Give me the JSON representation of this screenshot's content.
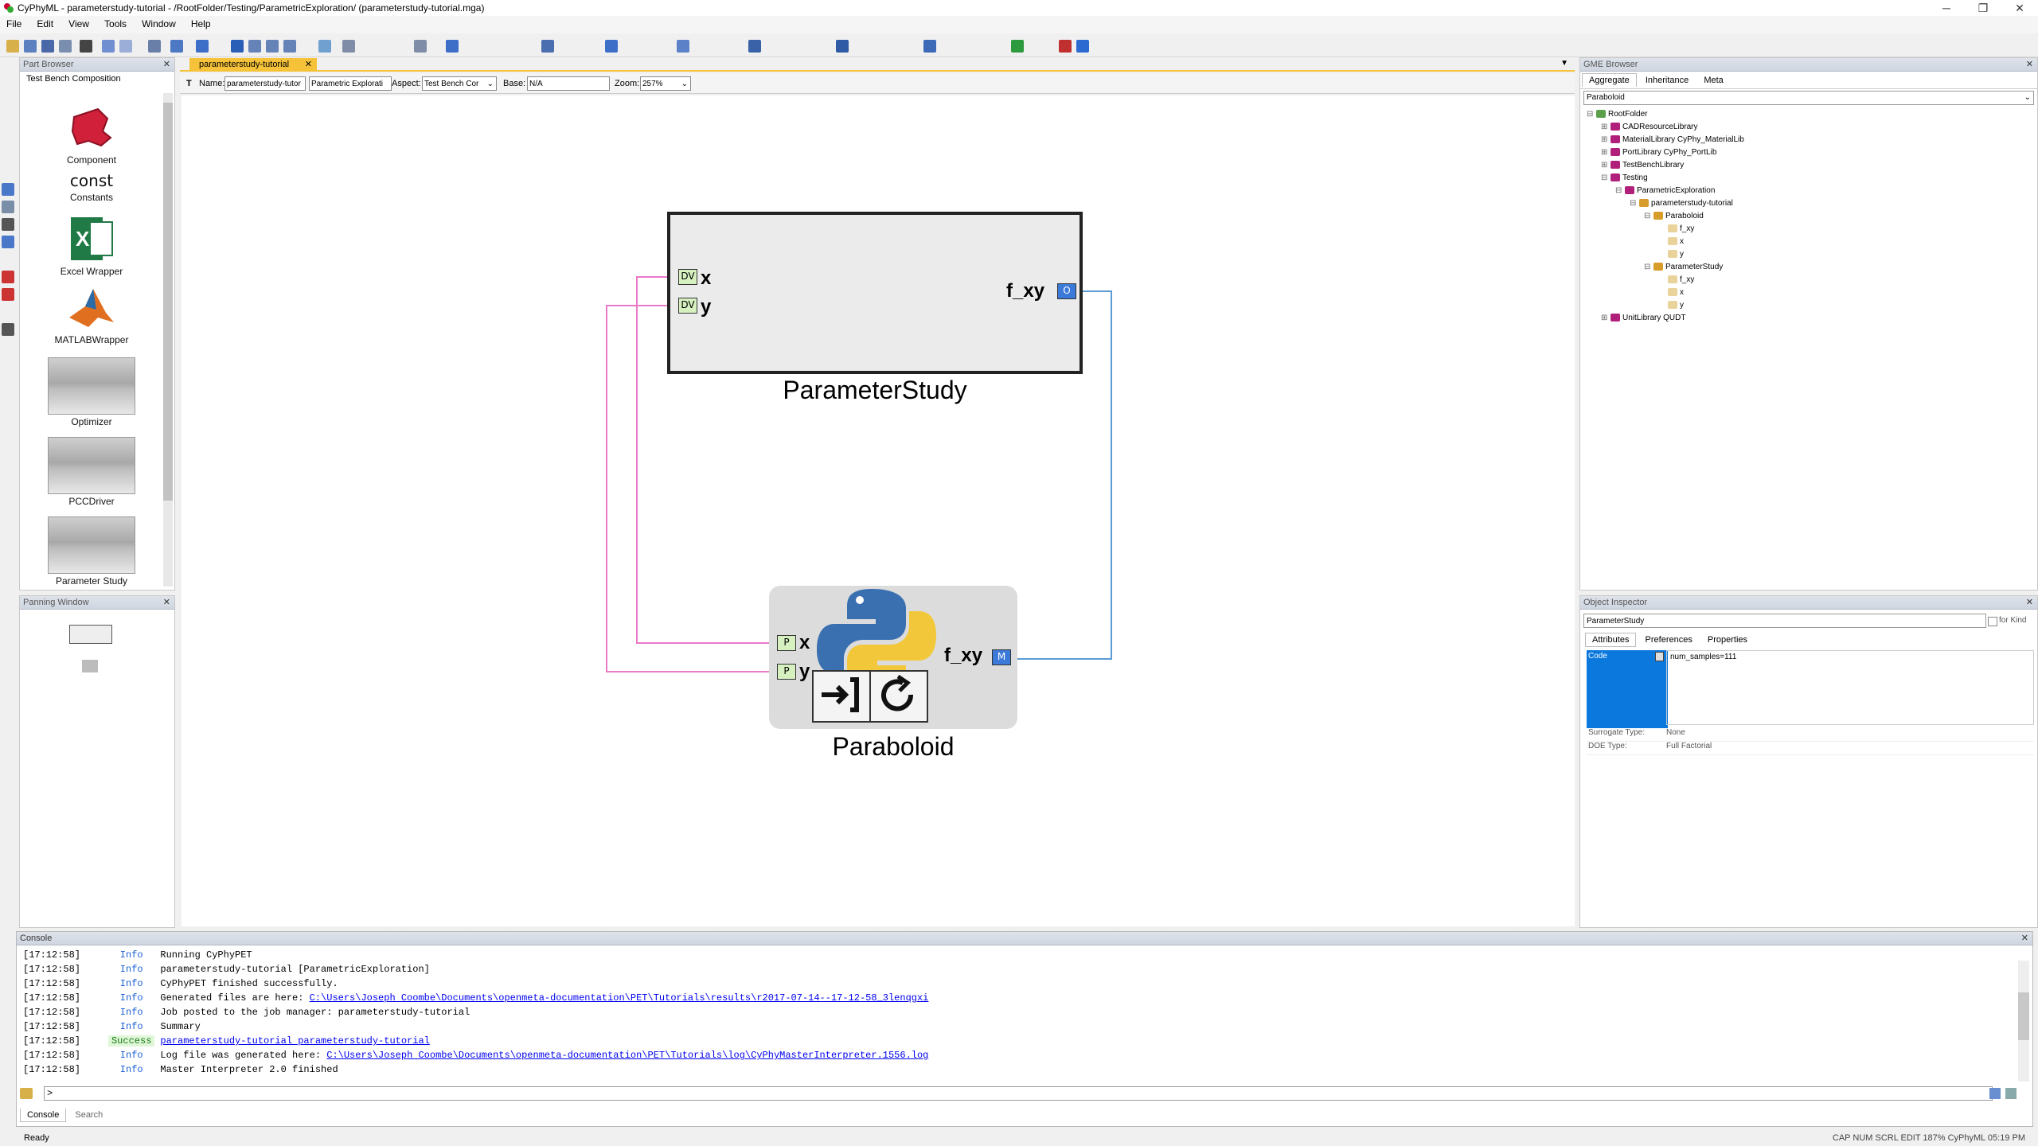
{
  "window": {
    "title": "CyPhyML - parameterstudy-tutorial - /RootFolder/Testing/ParametricExploration/ (parameterstudy-tutorial.mga)",
    "controls": [
      "─",
      "❐",
      "✕"
    ]
  },
  "menu": [
    "File",
    "Edit",
    "View",
    "Tools",
    "Window",
    "Help"
  ],
  "part_browser": {
    "title": "Part Browser",
    "tab": "Test Bench Composition",
    "parts": [
      {
        "label": "Component",
        "icon": "puzzle-icon"
      },
      {
        "label": "Constants",
        "icon": "const-icon",
        "text": "const"
      },
      {
        "label": "Excel Wrapper",
        "icon": "excel-icon"
      },
      {
        "label": "MATLABWrapper",
        "icon": "matlab-icon"
      },
      {
        "label": "Optimizer",
        "icon": "tile-icon"
      },
      {
        "label": "PCCDriver",
        "icon": "tile-icon"
      },
      {
        "label": "Parameter Study",
        "icon": "tile-icon"
      }
    ]
  },
  "editor": {
    "tab_label": "parameterstudy-tutorial",
    "name_label": "Name:",
    "name_value": "parameterstudy-tutor",
    "kind_value": "Parametric Explorati",
    "aspect_label": "Aspect:",
    "aspect_value": "Test Bench Cor",
    "base_label": "Base:",
    "base_value": "N/A",
    "zoom_label": "Zoom:",
    "zoom_value": "257%",
    "t_label": "T"
  },
  "diagram": {
    "parameter_study": {
      "title": "ParameterStudy",
      "ports_in": [
        {
          "tag": "DV",
          "name": "x"
        },
        {
          "tag": "DV",
          "name": "y"
        }
      ],
      "port_out": {
        "tag": "O",
        "name": "f_xy"
      }
    },
    "paraboloid": {
      "title": "Paraboloid",
      "ports_in": [
        {
          "tag": "P",
          "name": "x"
        },
        {
          "tag": "P",
          "name": "y"
        }
      ],
      "port_out": {
        "tag": "M",
        "name": "f_xy"
      }
    },
    "colors": {
      "pink_wire": "#e87ac8",
      "blue_wire": "#5b9bd5"
    }
  },
  "gme_browser": {
    "title": "GME Browser",
    "tabs": [
      "Aggregate",
      "Inheritance",
      "Meta"
    ],
    "filter": "Paraboloid",
    "tree": [
      {
        "label": "RootFolder",
        "depth": 0,
        "toggle": "⊟"
      },
      {
        "label": "CADResourceLibrary",
        "depth": 1,
        "toggle": "⊞"
      },
      {
        "label": "MaterialLibrary CyPhy_MaterialLib",
        "depth": 1,
        "toggle": "⊞"
      },
      {
        "label": "PortLibrary CyPhy_PortLib",
        "depth": 1,
        "toggle": "⊞"
      },
      {
        "label": "TestBenchLibrary",
        "depth": 1,
        "toggle": "⊞"
      },
      {
        "label": "Testing",
        "depth": 1,
        "toggle": "⊟"
      },
      {
        "label": "ParametricExploration",
        "depth": 2,
        "toggle": "⊟"
      },
      {
        "label": "parameterstudy-tutorial",
        "depth": 3,
        "toggle": "⊟"
      },
      {
        "label": "Paraboloid",
        "depth": 4,
        "toggle": "⊟"
      },
      {
        "label": "f_xy",
        "depth": 5,
        "toggle": ""
      },
      {
        "label": "x",
        "depth": 5,
        "toggle": ""
      },
      {
        "label": "y",
        "depth": 5,
        "toggle": ""
      },
      {
        "label": "ParameterStudy",
        "depth": 4,
        "toggle": "⊟"
      },
      {
        "label": "f_xy",
        "depth": 5,
        "toggle": ""
      },
      {
        "label": "x",
        "depth": 5,
        "toggle": ""
      },
      {
        "label": "y",
        "depth": 5,
        "toggle": ""
      },
      {
        "label": "UnitLibrary QUDT",
        "depth": 1,
        "toggle": "⊞"
      }
    ]
  },
  "panning": {
    "title": "Panning Window"
  },
  "object_inspector": {
    "title": "Object Inspector",
    "name": "ParameterStudy",
    "for_kind": "for Kind",
    "tabs": [
      "Attributes",
      "Preferences",
      "Properties"
    ],
    "code_label": "Code",
    "code_value": "num_samples=111",
    "attrs": [
      {
        "label": "Surrogate Type:",
        "value": "None"
      },
      {
        "label": "DOE Type:",
        "value": "Full Factorial"
      }
    ]
  },
  "console": {
    "title": "Console",
    "logs": [
      {
        "time": "[17:12:58]",
        "level": "Info",
        "msg": "Running CyPhyPET",
        "link": ""
      },
      {
        "time": "[17:12:58]",
        "level": "Info",
        "msg": "parameterstudy-tutorial [ParametricExploration]",
        "link": ""
      },
      {
        "time": "[17:12:58]",
        "level": "Info",
        "msg": "CyPhyPET finished successfully.",
        "link": ""
      },
      {
        "time": "[17:12:58]",
        "level": "Info",
        "msg": "Generated files are here: ",
        "link": "C:\\Users\\Joseph Coombe\\Documents\\openmeta-documentation\\PET\\Tutorials\\results\\r2017-07-14--17-12-58_3lenqgxi"
      },
      {
        "time": "[17:12:58]",
        "level": "Info",
        "msg": "Job posted to the job manager: parameterstudy-tutorial",
        "link": ""
      },
      {
        "time": "[17:12:58]",
        "level": "Info",
        "msg": "Summary",
        "link": ""
      },
      {
        "time": "[17:12:58]",
        "level": "Success",
        "msg": "",
        "link": "parameterstudy-tutorial parameterstudy-tutorial"
      },
      {
        "time": "[17:12:58]",
        "level": "Info",
        "msg": "Log file was generated here: ",
        "link": "C:\\Users\\Joseph Coombe\\Documents\\openmeta-documentation\\PET\\Tutorials\\log\\CyPhyMasterInterpreter.1556.log"
      },
      {
        "time": "[17:12:58]",
        "level": "Info",
        "msg": "Master Interpreter 2.0 finished",
        "link": ""
      }
    ],
    "input_value": ">",
    "tabs": [
      "Console",
      "Search"
    ]
  },
  "status": {
    "left": "Ready",
    "right": "CAP  NUM  SCRL  EDIT  187%  CyPhyML  05:19 PM"
  }
}
